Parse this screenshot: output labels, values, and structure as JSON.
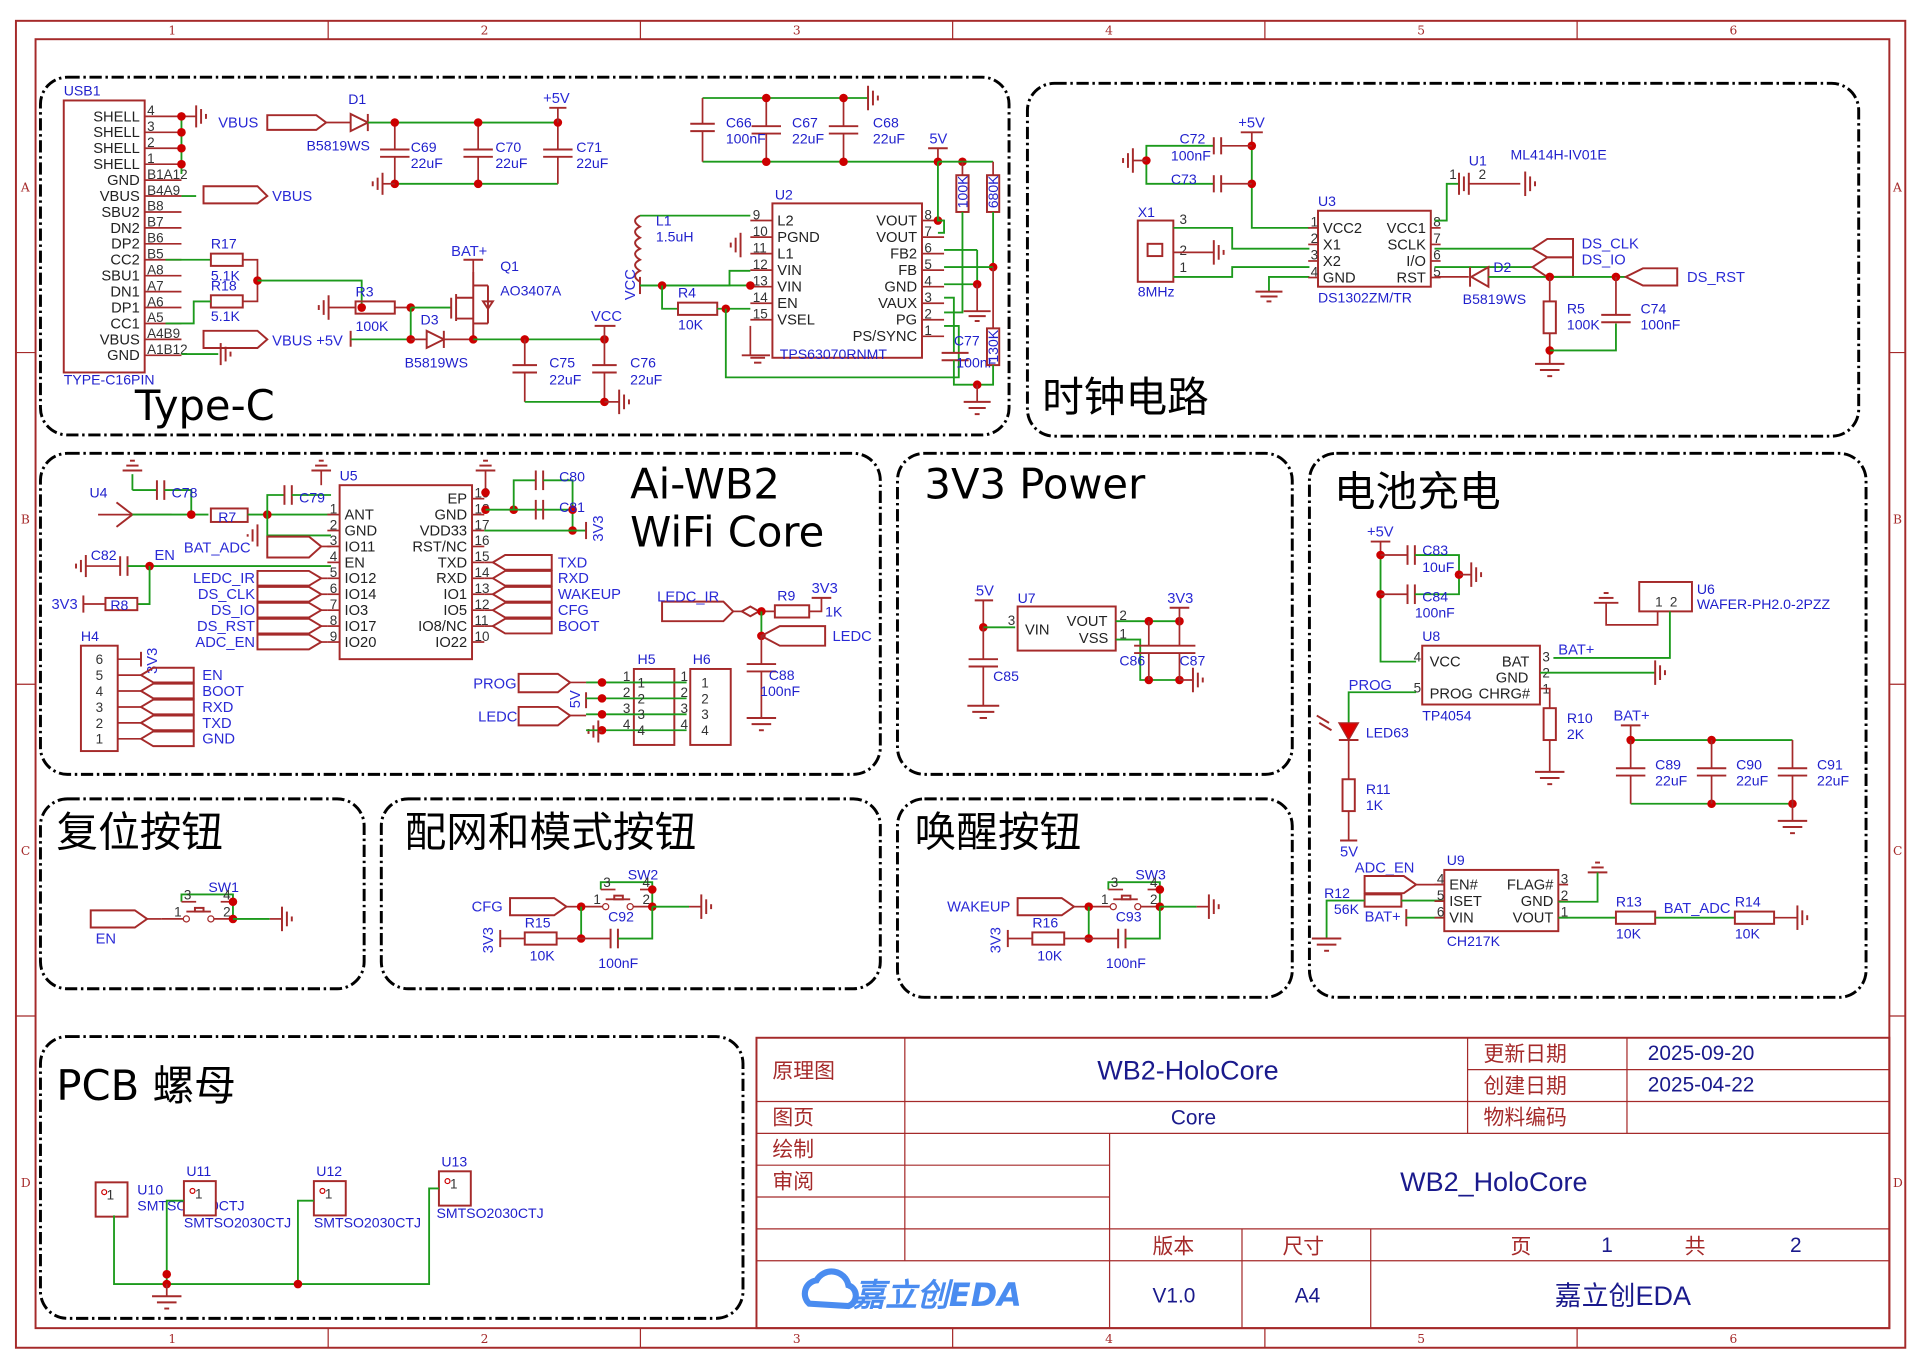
{
  "sheet": {
    "column_labels": [
      "1",
      "2",
      "3",
      "4",
      "5",
      "6"
    ],
    "row_labels": [
      "A",
      "B",
      "C",
      "D"
    ]
  },
  "groups": {
    "typec": "Type-C",
    "clock": "时钟电路",
    "wifi_line1": "Ai-WB2",
    "wifi_line2": "WiFi Core",
    "power3v3": "3V3 Power",
    "battery": "电池充电",
    "reset": "复位按钮",
    "cfg": "配网和模式按钮",
    "wake": "唤醒按钮",
    "pcbnut": "PCB 螺母"
  },
  "typec": {
    "usb_ref": "USB1",
    "usb_part": "TYPE-C16PIN",
    "usb_pins": [
      {
        "name": "SHELL",
        "num": "4"
      },
      {
        "name": "SHELL",
        "num": "3"
      },
      {
        "name": "SHELL",
        "num": "2"
      },
      {
        "name": "SHELL",
        "num": "1"
      },
      {
        "name": "GND",
        "num": "B1A12"
      },
      {
        "name": "VBUS",
        "num": "B4A9"
      },
      {
        "name": "SBU2",
        "num": "B8"
      },
      {
        "name": "DN2",
        "num": "B7"
      },
      {
        "name": "DP2",
        "num": "B6"
      },
      {
        "name": "CC2",
        "num": "B5"
      },
      {
        "name": "SBU1",
        "num": "A8"
      },
      {
        "name": "DN1",
        "num": "A7"
      },
      {
        "name": "DP1",
        "num": "A6"
      },
      {
        "name": "CC1",
        "num": "A5"
      },
      {
        "name": "VBUS",
        "num": "A4B9"
      },
      {
        "name": "GND",
        "num": "A1B12"
      }
    ],
    "vbus_label": "VBUS",
    "r17": {
      "ref": "R17",
      "val": "5.1K"
    },
    "r18": {
      "ref": "R18",
      "val": "5.1K"
    },
    "d1": {
      "ref": "D1",
      "val": "B5819WS"
    },
    "c69": {
      "ref": "C69",
      "val": "22uF"
    },
    "c70": {
      "ref": "C70",
      "val": "22uF"
    },
    "c71": {
      "ref": "C71",
      "val": "22uF"
    },
    "p5v": "+5V",
    "r3": {
      "ref": "R3",
      "val": "100K"
    },
    "d3": {
      "ref": "D3",
      "val": "B5819WS"
    },
    "q1": {
      "ref": "Q1",
      "val": "AO3407A"
    },
    "batp": "BAT+",
    "vcc": "VCC",
    "c75": {
      "ref": "C75",
      "val": "22uF"
    },
    "c76": {
      "ref": "C76",
      "val": "22uF"
    },
    "c66": {
      "ref": "C66",
      "val": "100nF"
    },
    "c67": {
      "ref": "C67",
      "val": "22uF"
    },
    "c68": {
      "ref": "C68",
      "val": "22uF"
    },
    "v5": "5V",
    "l1": {
      "ref": "L1",
      "val": "1.5uH"
    },
    "r4": {
      "ref": "R4",
      "val": "10K"
    },
    "u2": {
      "ref": "U2",
      "part": "TPS63070RNMT",
      "left": [
        {
          "name": "L2",
          "num": "9"
        },
        {
          "name": "PGND",
          "num": "10"
        },
        {
          "name": "L1",
          "num": "11"
        },
        {
          "name": "VIN",
          "num": "12"
        },
        {
          "name": "VIN",
          "num": "13"
        },
        {
          "name": "EN",
          "num": "14"
        },
        {
          "name": "VSEL",
          "num": "15"
        }
      ],
      "right": [
        {
          "name": "VOUT",
          "num": "8"
        },
        {
          "name": "VOUT",
          "num": "7"
        },
        {
          "name": "FB2",
          "num": "6"
        },
        {
          "name": "FB",
          "num": "5"
        },
        {
          "name": "GND",
          "num": "4"
        },
        {
          "name": "VAUX",
          "num": "3"
        },
        {
          "name": "PG",
          "num": "2"
        },
        {
          "name": "PS/SYNC",
          "num": "1"
        }
      ]
    },
    "r100k": "100K",
    "r680k": "680K",
    "r130k": "130K",
    "c77": {
      "ref": "C77",
      "val": "100nF"
    }
  },
  "clock": {
    "p5v": "+5V",
    "c72": {
      "ref": "C72",
      "val": "100nF"
    },
    "c73": {
      "ref": "C73"
    },
    "x1": {
      "ref": "X1",
      "val": "8MHz",
      "pins": [
        "3",
        "2",
        "1"
      ]
    },
    "u3": {
      "ref": "U3",
      "part": "DS1302ZM/TR",
      "left": [
        {
          "name": "VCC2",
          "num": "1"
        },
        {
          "name": "X1",
          "num": "2"
        },
        {
          "name": "X2",
          "num": "3"
        },
        {
          "name": "GND",
          "num": "4"
        }
      ],
      "right": [
        {
          "name": "VCC1",
          "num": "8"
        },
        {
          "name": "SCLK",
          "num": "7"
        },
        {
          "name": "I/O",
          "num": "6"
        },
        {
          "name": "RST",
          "num": "5"
        }
      ]
    },
    "u1": {
      "ref": "U1",
      "part": "ML414H-IV01E",
      "pins": [
        "1",
        "2"
      ]
    },
    "d2": {
      "ref": "D2",
      "val": "B5819WS"
    },
    "r5": {
      "ref": "R5",
      "val": "100K"
    },
    "c74": {
      "ref": "C74",
      "val": "100nF"
    },
    "nets": [
      "DS_CLK",
      "DS_IO",
      "DS_RST"
    ]
  },
  "wifi": {
    "u4": "U4",
    "c78": "C78",
    "r7": "R7",
    "c79": "C79",
    "c82": "C82",
    "en": "EN",
    "v3v3": "3V3",
    "r8": "R8",
    "bat_adc": "BAT_ADC",
    "u5": {
      "ref": "U5",
      "left": [
        {
          "name": "ANT",
          "num": "1"
        },
        {
          "name": "GND",
          "num": "2"
        },
        {
          "name": "IO11",
          "num": "3"
        },
        {
          "name": "EN",
          "num": "4"
        },
        {
          "name": "IO12",
          "num": "5"
        },
        {
          "name": "IO14",
          "num": "6"
        },
        {
          "name": "IO3",
          "num": "7"
        },
        {
          "name": "IO17",
          "num": "8"
        },
        {
          "name": "IO20",
          "num": "9"
        }
      ],
      "right": [
        {
          "name": "EP",
          "num": "19"
        },
        {
          "name": "GND",
          "num": "18"
        },
        {
          "name": "VDD33",
          "num": "17"
        },
        {
          "name": "RST/NC",
          "num": "16"
        },
        {
          "name": "TXD",
          "num": "15"
        },
        {
          "name": "RXD",
          "num": "14"
        },
        {
          "name": "IO1",
          "num": "13"
        },
        {
          "name": "IO5",
          "num": "12"
        },
        {
          "name": "IO8/NC",
          "num": "11"
        },
        {
          "name": "IO22",
          "num": "10"
        }
      ]
    },
    "left_nets": [
      "LEDC_IR",
      "DS_CLK",
      "DS_IO",
      "DS_RST",
      "ADC_EN"
    ],
    "right_nets": [
      "TXD",
      "RXD",
      "WAKEUP",
      "CFG",
      "BOOT"
    ],
    "c80": "C80",
    "c81": "C81",
    "h4": {
      "ref": "H4",
      "pins": [
        "6",
        "5",
        "4",
        "3",
        "2",
        "1"
      ],
      "nets": [
        "EN",
        "BOOT",
        "RXD",
        "TXD",
        "GND"
      ]
    },
    "ledc_ir": "LEDC_IR",
    "r9": {
      "ref": "R9",
      "val": "1K"
    },
    "ledc": "LEDC",
    "c88": {
      "ref": "C88",
      "val": "100nF"
    },
    "prog": "PROG",
    "v5": "5V",
    "h5": {
      "ref": "H5",
      "pins": [
        "1",
        "2",
        "3",
        "4"
      ]
    },
    "h6": {
      "ref": "H6",
      "pins": [
        "1",
        "2",
        "3",
        "4"
      ]
    }
  },
  "power3v3": {
    "v5": "5V",
    "u7": {
      "ref": "U7",
      "vin": "VIN",
      "vout": "VOUT",
      "vss": "VSS",
      "pins": [
        "3",
        "2",
        "1"
      ]
    },
    "v3v3": "3V3",
    "c85": "C85",
    "c86": "C86",
    "c87": "C87"
  },
  "battery": {
    "p5v": "+5V",
    "c83": {
      "ref": "C83",
      "val": "10uF"
    },
    "c84": {
      "ref": "C84",
      "val": "100nF"
    },
    "u6": {
      "ref": "U6",
      "part": "WAFER-PH2.0-2PZZ",
      "pins": [
        "1",
        "2"
      ]
    },
    "u8": {
      "ref": "U8",
      "part": "TP4054",
      "left": [
        {
          "name": "VCC",
          "num": "4"
        },
        {
          "name": "PROG",
          "num": "5"
        }
      ],
      "right": [
        {
          "name": "BAT",
          "num": "3"
        },
        {
          "name": "GND",
          "num": "2"
        },
        {
          "name": "CHRG#",
          "num": "1"
        }
      ]
    },
    "batp": "BAT+",
    "prog": "PROG",
    "led63": "LED63",
    "r10": {
      "ref": "R10",
      "val": "2K"
    },
    "r11": {
      "ref": "R11",
      "val": "1K"
    },
    "v5": "5V",
    "c89": {
      "ref": "C89",
      "val": "22uF"
    },
    "c90": {
      "ref": "C90",
      "val": "22uF"
    },
    "c91": {
      "ref": "C91",
      "val": "22uF"
    },
    "adc_en": "ADC_EN",
    "r12": {
      "ref": "R12",
      "val": "56K"
    },
    "u9": {
      "ref": "U9",
      "part": "CH217K",
      "left": [
        {
          "name": "EN#",
          "num": "4"
        },
        {
          "name": "ISET",
          "num": "5"
        },
        {
          "name": "VIN",
          "num": "6"
        }
      ],
      "right": [
        {
          "name": "FLAG#",
          "num": "3"
        },
        {
          "name": "GND",
          "num": "2"
        },
        {
          "name": "VOUT",
          "num": "1"
        }
      ]
    },
    "r13": {
      "ref": "R13",
      "val": "10K"
    },
    "bat_adc": "BAT_ADC",
    "r14": {
      "ref": "R14",
      "val": "10K"
    }
  },
  "buttons": {
    "sw1": {
      "ref": "SW1",
      "net": "EN",
      "pins": [
        "3",
        "4",
        "1",
        "2"
      ]
    },
    "sw2": {
      "ref": "SW2",
      "net": "CFG",
      "pins": [
        "3",
        "4",
        "1",
        "2"
      ]
    },
    "r15": {
      "ref": "R15",
      "val": "10K"
    },
    "c92": {
      "ref": "C92",
      "val": "100nF"
    },
    "sw3": {
      "ref": "SW3",
      "net": "WAKEUP",
      "pins": [
        "3",
        "4",
        "1",
        "2"
      ]
    },
    "r16": {
      "ref": "R16",
      "val": "10K"
    },
    "c93": {
      "ref": "C93",
      "val": "100nF"
    },
    "v3v3": "3V3"
  },
  "pcbnut": {
    "parts": [
      {
        "ref": "U10",
        "part": "SMTSO2030CTJ",
        "pin": "1"
      },
      {
        "ref": "U11",
        "part": "SMTSO2030CTJ",
        "pin": "1"
      },
      {
        "ref": "U12",
        "part": "SMTSO2030CTJ",
        "pin": "1"
      },
      {
        "ref": "U13",
        "part": "SMTSO2030CTJ",
        "pin": "1"
      }
    ]
  },
  "title_block": {
    "schematic_label": "原理图",
    "schematic_value": "WB2-HoloCore",
    "page_label": "图页",
    "page_value": "Core",
    "drawn_label": "绘制",
    "review_label": "审阅",
    "updated_label": "更新日期",
    "updated_value": "2025-09-20",
    "created_label": "创建日期",
    "created_value": "2025-04-22",
    "material_label": "物料编码",
    "project_value": "WB2_HoloCore",
    "version_label": "版本",
    "version_value": "V1.0",
    "size_label": "尺寸",
    "size_value": "A4",
    "sheet_label": "页",
    "sheet_value": "1",
    "total_label": "共",
    "total_value": "2",
    "logo_text": "嘉立创EDA",
    "company": "嘉立创EDA"
  }
}
